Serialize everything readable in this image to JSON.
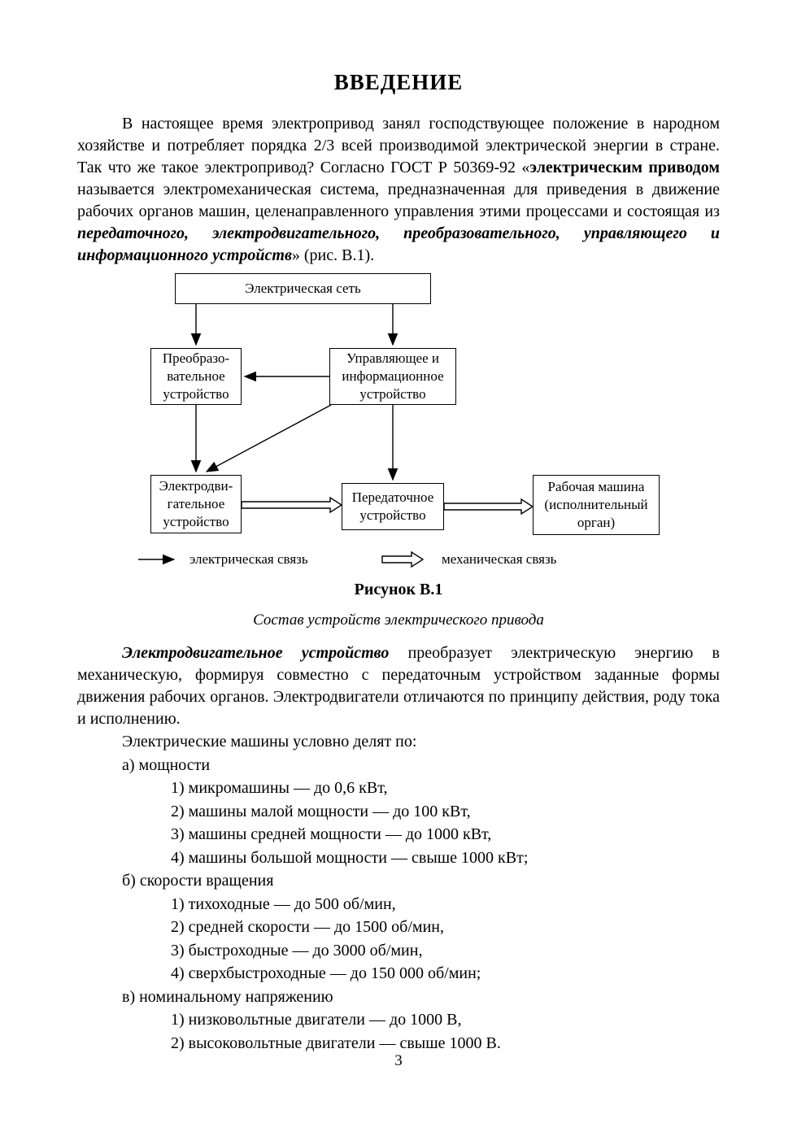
{
  "title": "ВВЕДЕНИЕ",
  "intro": {
    "seg1": "В настоящее время электропривод занял господствующее положение в народном хозяйстве и потребляет порядка 2/3 всей производимой электрической энергии в стране. Так что же такое электропривод? Согласно ГОСТ Р 50369-92 «",
    "seg2": "электрическим приводом",
    "seg3": " называется электромеханическая система, предназначенная для приведения в движение рабочих органов машин, целенаправленного управления этими процессами и состоящая из ",
    "seg4": "передаточного, электродвигательного, преобразовательного, управляющего и информационного устройств",
    "seg5": "» (рис. В.1)."
  },
  "diagram": {
    "boxes": {
      "network": "Электрическая сеть",
      "converter": "Преобразо-\nвательное\nустройство",
      "control": "Управляющее и\nинформационное\nустройство",
      "motor": "Электродви-\nгательное\nустройство",
      "transmission": "Передаточное\nустройство",
      "machine": "Рабочая машина\n(исполнительный\nорган)"
    },
    "legend": {
      "electrical": "электрическая связь",
      "mechanical": "механическая связь"
    },
    "caption_label": "Рисунок В.1",
    "caption_text": "Состав устройств электрического привода"
  },
  "para2": {
    "seg1": "Электродвигательное устройство",
    "seg2": " преобразует электрическую энергию в механическую, формируя совместно с передаточным устройством заданные формы движения рабочих органов. Электродвигатели отличаются по принципу действия, роду тока и исполнению."
  },
  "classification": {
    "intro": "Электрические машины условно делят по:",
    "groups": [
      {
        "header": "а) мощности",
        "items": [
          "1) микромашины — до 0,6 кВт,",
          "2) машины малой мощности — до 100 кВт,",
          "3) машины средней мощности — до 1000 кВт,",
          "4) машины большой мощности — свыше 1000 кВт;"
        ]
      },
      {
        "header": "б) скорости вращения",
        "items": [
          "1) тихоходные — до 500 об/мин,",
          "2) средней скорости — до 1500 об/мин,",
          "3) быстроходные — до 3000 об/мин,",
          "4) сверхбыстроходные — до 150 000 об/мин;"
        ]
      },
      {
        "header": "в) номинальному напряжению",
        "items": [
          "1) низковольтные двигатели — до 1000 В,",
          "2) высоковольтные двигатели — свыше 1000 В."
        ]
      }
    ]
  },
  "page": {
    "number": "3"
  }
}
